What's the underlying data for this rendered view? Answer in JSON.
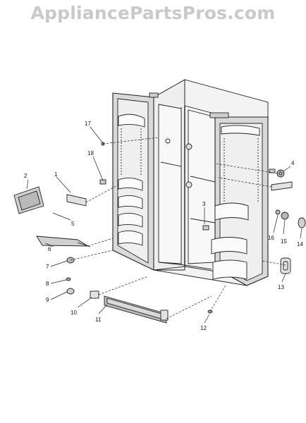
{
  "watermark": {
    "text": "AppliancePartsPros.com"
  },
  "callouts": [
    "1",
    "2",
    "3",
    "4",
    "5",
    "6",
    "7",
    "8",
    "9",
    "10",
    "11",
    "12",
    "13",
    "14",
    "15",
    "16",
    "17",
    "18"
  ],
  "colors": {
    "line": "#222222",
    "fill_light": "#e2e2e2",
    "fill_mid": "#b9b9b9",
    "watermark": "#c9c9c9"
  }
}
